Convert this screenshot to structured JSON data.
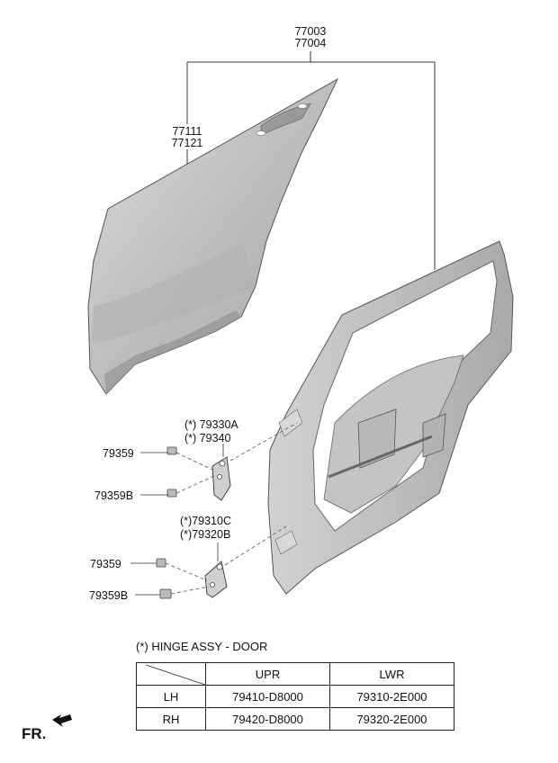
{
  "labels": {
    "door_assy_1": "77003",
    "door_assy_2": "77004",
    "outer_panel_1": "77111",
    "outer_panel_2": "77121",
    "upper_hinge_1": "(*) 79330A",
    "upper_hinge_2": "(*)  79340",
    "upper_bolt": "79359",
    "upper_bolt_b": "79359B",
    "lower_hinge_1": "(*)79310C",
    "lower_hinge_2": "(*)79320B",
    "lower_bolt": "79359",
    "lower_bolt_b": "79359B"
  },
  "note": "(*) HINGE ASSY - DOOR",
  "table": {
    "columns": [
      "UPR",
      "LWR"
    ],
    "rows": [
      {
        "side": "LH",
        "upr": "79410-D8000",
        "lwr": "79310-2E000"
      },
      {
        "side": "RH",
        "upr": "79420-D8000",
        "lwr": "79320-2E000"
      }
    ]
  },
  "front_label": "FR.",
  "colors": {
    "panel_fill": "#c9c9c9",
    "panel_dark": "#9a9a9a",
    "line": "#333333"
  }
}
